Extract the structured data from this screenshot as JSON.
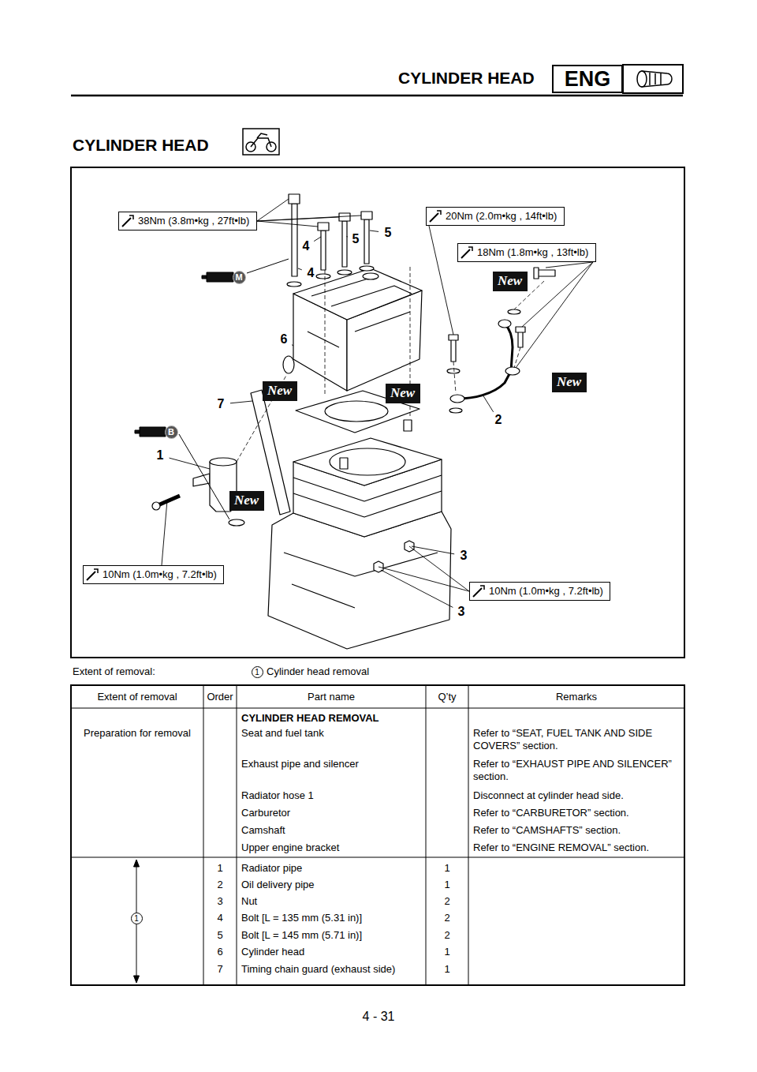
{
  "diagram": {
    "title": "CYLINDER HEAD",
    "nodes": [
      {
        "text": [
          "ENG"
        ]
      },
      {
        "text": [
          "38Nm (3.8m•kg , 27ft•lb)"
        ]
      },
      {
        "text": [
          "20Nm (2.0m•kg , 14ft•lb)"
        ]
      },
      {
        "text": [
          "18Nm (1.8m•kg , 13ft•lb)"
        ]
      },
      {
        "text": [
          "New"
        ]
      },
      {
        "text": [
          "New"
        ]
      },
      {
        "text": [
          "New"
        ]
      },
      {
        "text": [
          "New"
        ]
      },
      {
        "text": [
          "New"
        ]
      },
      {
        "text": [
          "10Nm (1.0m•kg , 7.2ft•lb)"
        ]
      },
      {
        "text": [
          "10Nm (1.0m•kg , 7.2ft•lb)"
        ]
      }
    ],
    "labels": [
      "CYLINDER HEAD",
      "4",
      "5",
      "5",
      "4",
      "6",
      "7",
      "2",
      "1",
      "3",
      "3",
      "M",
      "B",
      "Extent of removal:",
      "1",
      "Cylinder head removal",
      "Extent of removal",
      "Order",
      "Part name",
      "Q’ty",
      "Remarks",
      "CYLINDER HEAD REMOVAL",
      "Preparation for removal",
      "Seat and fuel tank",
      "Refer to “SEAT, FUEL TANK AND SIDE COVERS” section.",
      "Exhaust pipe and silencer",
      "Refer to “EXHAUST PIPE AND SILENCER” section.",
      "Radiator hose 1",
      "Disconnect at cylinder head side.",
      "Carburetor",
      "Refer to “CARBURETOR” section.",
      "Camshaft",
      "Refer to “CAMSHAFTS” section.",
      "Upper engine bracket",
      "Refer to “ENGINE REMOVAL” section.",
      "1",
      "Radiator pipe",
      "1",
      "2",
      "Oil delivery pipe",
      "1",
      "3",
      "Nut",
      "2",
      "4",
      "Bolt [L = 135 mm (5.31 in)]",
      "2",
      "5",
      "Bolt [L = 145 mm (5.71 in)]",
      "2",
      "6",
      "Cylinder head",
      "1",
      "7",
      "Timing chain guard (exhaust side)",
      "1",
      "1",
      "4 - 31"
    ]
  }
}
